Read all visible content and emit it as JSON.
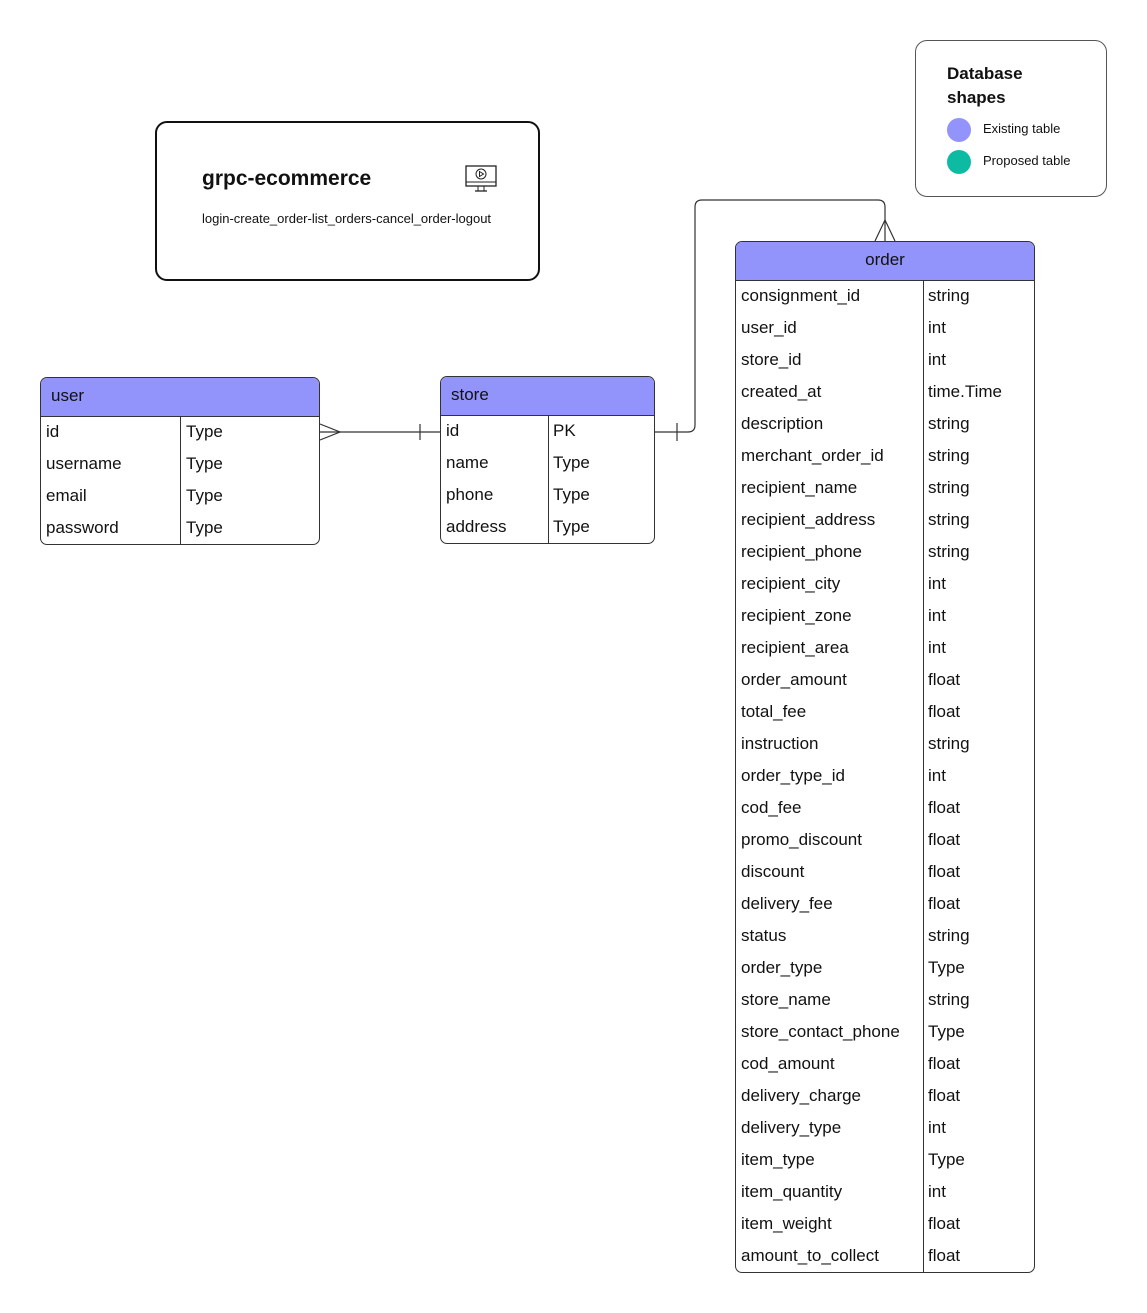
{
  "colors": {
    "existing": "#9294FB",
    "proposed": "#0DBBA3"
  },
  "project": {
    "title": "grpc-ecommerce",
    "subtitle": "login-create_order-list_orders-cancel_order-logout",
    "icon": "monitor-play-icon"
  },
  "legend": {
    "title": "Database shapes",
    "items": [
      {
        "label": "Existing table",
        "color": "#9294FB"
      },
      {
        "label": "Proposed table",
        "color": "#0DBBA3"
      }
    ]
  },
  "tables": {
    "user": {
      "name": "user",
      "fields": [
        {
          "name": "id",
          "type": "Type"
        },
        {
          "name": "username",
          "type": "Type"
        },
        {
          "name": "email",
          "type": "Type"
        },
        {
          "name": "password",
          "type": "Type"
        }
      ]
    },
    "store": {
      "name": "store",
      "fields": [
        {
          "name": "id",
          "type": "PK"
        },
        {
          "name": "name",
          "type": "Type"
        },
        {
          "name": "phone",
          "type": "Type"
        },
        {
          "name": "address",
          "type": "Type"
        }
      ]
    },
    "order": {
      "name": "order",
      "fields": [
        {
          "name": "consignment_id",
          "type": "string"
        },
        {
          "name": "user_id",
          "type": "int"
        },
        {
          "name": "store_id",
          "type": "int"
        },
        {
          "name": "created_at",
          "type": "time.Time"
        },
        {
          "name": "description",
          "type": "string"
        },
        {
          "name": "merchant_order_id",
          "type": "string"
        },
        {
          "name": "recipient_name",
          "type": "string"
        },
        {
          "name": "recipient_address",
          "type": "string"
        },
        {
          "name": "recipient_phone",
          "type": "string"
        },
        {
          "name": "recipient_city",
          "type": "int"
        },
        {
          "name": "recipient_zone",
          "type": "int"
        },
        {
          "name": "recipient_area",
          "type": "int"
        },
        {
          "name": "order_amount",
          "type": "float"
        },
        {
          "name": "total_fee",
          "type": "float"
        },
        {
          "name": "instruction",
          "type": "string"
        },
        {
          "name": "order_type_id",
          "type": "int"
        },
        {
          "name": "cod_fee",
          "type": "float"
        },
        {
          "name": "promo_discount",
          "type": "float"
        },
        {
          "name": "discount",
          "type": "float"
        },
        {
          "name": "delivery_fee",
          "type": "float"
        },
        {
          "name": "status",
          "type": "string"
        },
        {
          "name": "order_type",
          "type": "Type"
        },
        {
          "name": "store_name",
          "type": "string"
        },
        {
          "name": "store_contact_phone",
          "type": "Type"
        },
        {
          "name": "cod_amount",
          "type": "float"
        },
        {
          "name": "delivery_charge",
          "type": "float"
        },
        {
          "name": "delivery_type",
          "type": "int"
        },
        {
          "name": "item_type",
          "type": "Type"
        },
        {
          "name": "item_quantity",
          "type": "int"
        },
        {
          "name": "item_weight",
          "type": "float"
        },
        {
          "name": "amount_to_collect",
          "type": "float"
        }
      ]
    }
  },
  "relationships": [
    {
      "from": "user",
      "to": "store",
      "from_end": "many",
      "to_end": "one"
    },
    {
      "from": "store",
      "to": "order",
      "from_end": "one",
      "to_end": "many"
    }
  ]
}
